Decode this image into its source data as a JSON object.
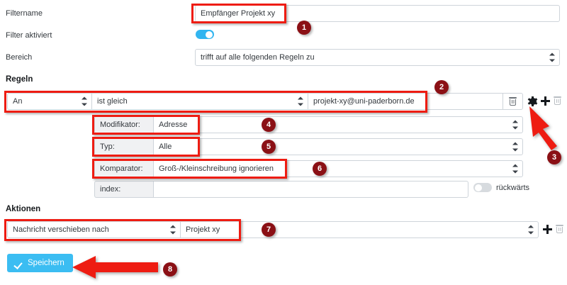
{
  "form": {
    "filtername": {
      "label": "Filtername",
      "value": "Empfänger Projekt xy",
      "placeholder": "Filtername"
    },
    "filter_aktiviert": {
      "label": "Filter aktiviert",
      "state": "on"
    },
    "bereich": {
      "label": "Bereich",
      "value": "trifft auf alle folgenden Regeln zu"
    }
  },
  "regeln": {
    "heading": "Regeln",
    "rule": {
      "field": "An",
      "operator": "ist gleich",
      "value": "projekt-xy@uni-paderborn.de",
      "delete_icon": "trash-icon",
      "gear_icon": "gear-icon",
      "add_icon": "plus-icon",
      "remove_icon": "trash-icon"
    },
    "sub_rows": [
      {
        "label": "Modifikator:",
        "value": "Adresse"
      },
      {
        "label": "Typ:",
        "value": "Alle"
      },
      {
        "label": "Komparator:",
        "value": "Groß-/Kleinschreibung ignorieren"
      }
    ],
    "index_row": {
      "label": "index:",
      "value": "",
      "toggle_label": "rückwärts",
      "toggle_state": "off"
    }
  },
  "aktionen": {
    "heading": "Aktionen",
    "action": {
      "type": "Nachricht verschieben nach",
      "target": "Projekt xy",
      "add_icon": "plus-icon",
      "remove_icon": "trash-icon"
    }
  },
  "save": {
    "label": "Speichern",
    "icon": "check-icon"
  },
  "annotations": {
    "badges": [
      "1",
      "2",
      "3",
      "4",
      "5",
      "6",
      "7",
      "8"
    ]
  },
  "colors": {
    "accent_blue": "#3bbdf2",
    "annotation_red": "#ee1c12",
    "badge_maroon": "#8b1015",
    "border_grey": "#ced4da",
    "prefix_grey": "#f0f1f3"
  }
}
